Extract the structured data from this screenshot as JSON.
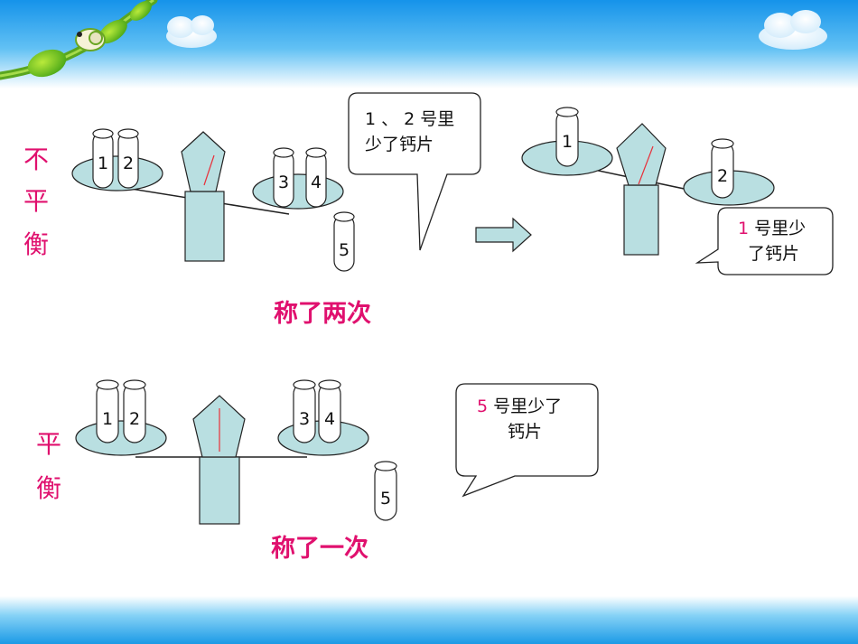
{
  "left_labels": {
    "unbalanced": [
      "不",
      "平",
      "衡"
    ],
    "balanced": [
      "平",
      "衡"
    ]
  },
  "weigh_counts": {
    "twice": "称了两次",
    "once": "称了一次"
  },
  "cylinder_numbers": {
    "top_left_pan": [
      "1",
      "2"
    ],
    "top_right_pan": [
      "3",
      "4"
    ],
    "top_spare": "5",
    "mid_left_pan": "1",
    "mid_right_pan": "2",
    "bottom_left_pan": [
      "1",
      "2"
    ],
    "bottom_right_pan": [
      "3",
      "4"
    ],
    "bottom_spare": "5"
  },
  "callouts": {
    "first": {
      "line1": "1 、 2 号里",
      "line2": "少了钙片"
    },
    "second": {
      "number": "1",
      "line1_rest": " 号里少",
      "line2": "了钙片"
    },
    "third": {
      "number": "5",
      "line1_rest": " 号里少了",
      "line2": "钙片"
    }
  },
  "colors": {
    "accent_magenta": "#e0106e",
    "pan_fill": "#b9dfe1",
    "pointer_red": "#e8303a",
    "text_dark": "#111111"
  }
}
